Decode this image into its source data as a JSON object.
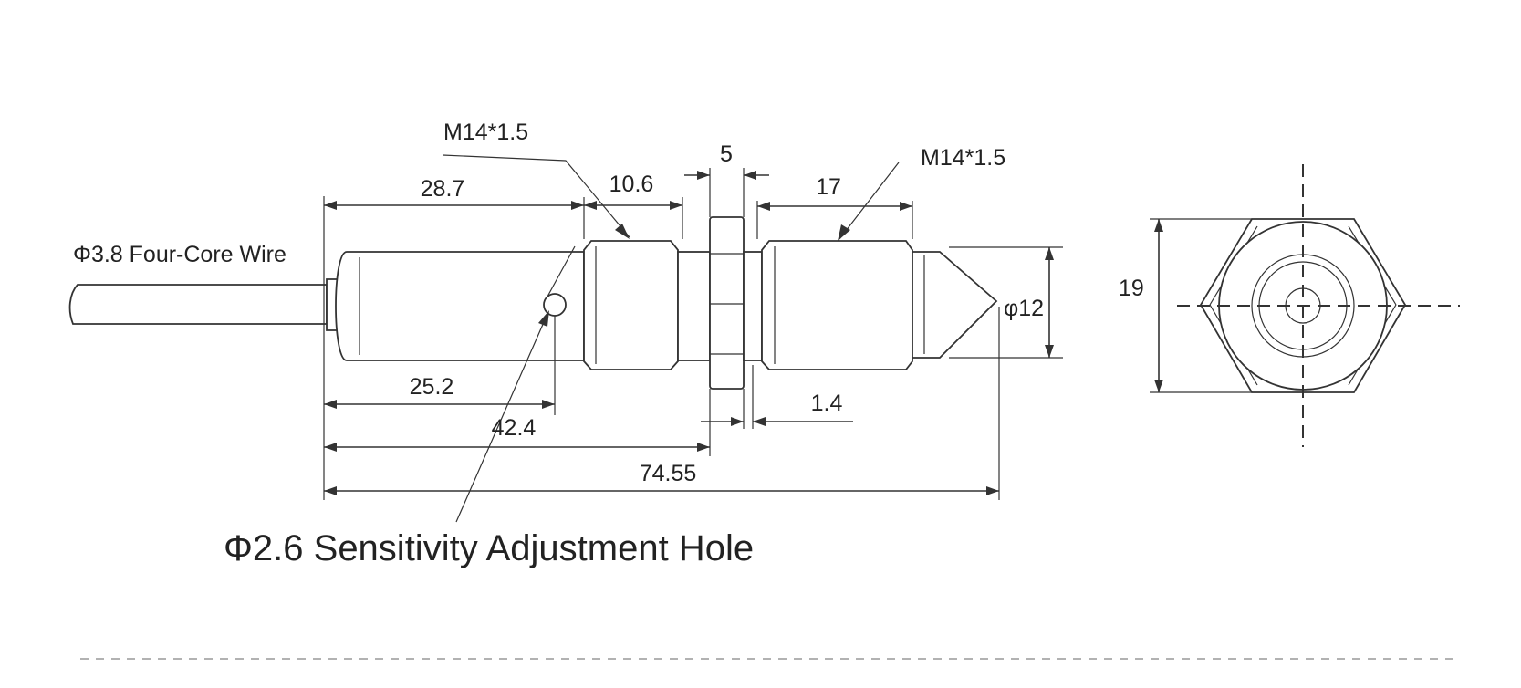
{
  "drawing": {
    "labels": {
      "wire": "Φ3.8 Four-Core Wire",
      "thread_left": "M14*1.5",
      "thread_right": "M14*1.5",
      "dim_28_7": "28.7",
      "dim_10_6": "10.6",
      "dim_5": "5",
      "dim_17": "17",
      "dim_phi12": "φ12",
      "dim_25_2": "25.2",
      "dim_42_4": "42.4",
      "dim_1_4": "1.4",
      "dim_74_55": "74.55",
      "dim_19": "19",
      "hole_note": "Φ2.6 Sensitivity Adjustment Hole"
    }
  }
}
